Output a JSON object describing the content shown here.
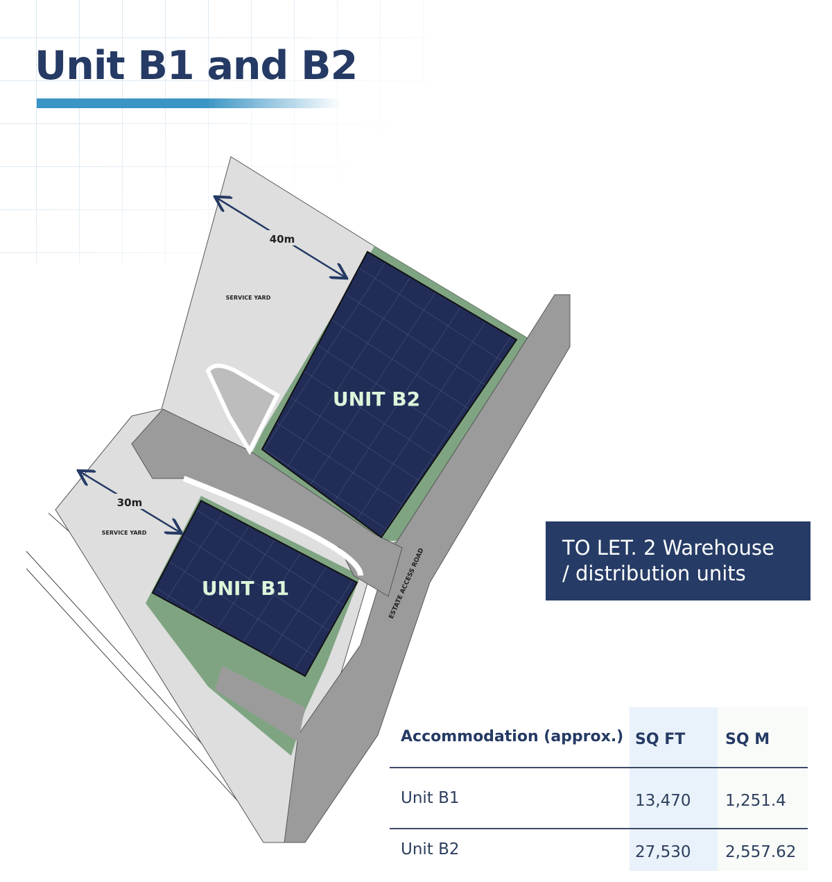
{
  "title": "Unit B1 and B2",
  "plan": {
    "unit_b1": "UNIT B1",
    "unit_b2": "UNIT B2",
    "service_yard_1": "SERVICE YARD",
    "service_yard_2": "SERVICE YARD",
    "dim_b2": "40m",
    "dim_b1": "30m",
    "road": "ESTATE ACCESS ROAD"
  },
  "badge": {
    "line1": "TO LET. 2 Warehouse",
    "line2": "/ distribution units"
  },
  "table": {
    "headers": [
      "Accommodation (approx.)",
      "SQ FT",
      "SQ M"
    ],
    "rows": [
      [
        "Unit B1",
        "13,470",
        "1,251.4"
      ],
      [
        "Unit B2",
        "27,530",
        "2,557.62"
      ]
    ]
  },
  "colors": {
    "navy": "#253a64",
    "unit": "#222f58",
    "accent": "#3a94c4",
    "grass": "#6f9a72",
    "yard": "#dedede",
    "road": "#9b9b9b"
  }
}
